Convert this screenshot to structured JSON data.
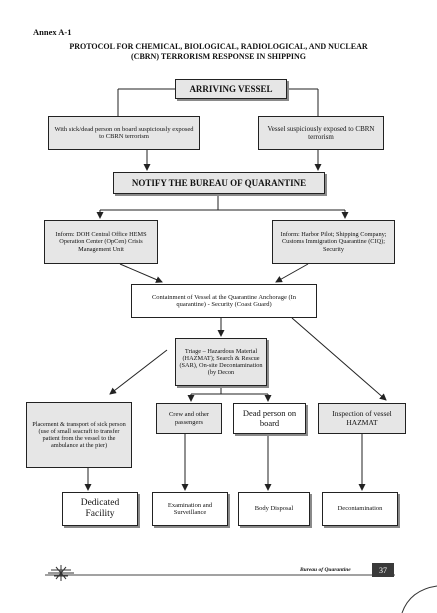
{
  "header": {
    "annex": "Annex A-1",
    "title_line1": "PROTOCOL  FOR CHEMICAL, BIOLOGICAL, RADIOLOGICAL, AND NUCLEAR",
    "title_line2": "(CBRN) TERRORISM RESPONSE IN SHIPPING"
  },
  "nodes": {
    "arriving": "ARRIVING VESSEL",
    "sick_dead": "With sick/dead person on board suspiciously exposed to CBRN terrorism",
    "suspicious": "Vessel suspiciously exposed to CBRN terrorism",
    "notify": "NOTIFY  THE  BUREAU OF QUARANTINE",
    "inform_doh": "Inform: DOH Central Office HEMS Operation Center (OpCen) Crisis Management Unit",
    "inform_harbor": "Inform: Harbor Pilot; Shipping Company; Customs Immigration Quarantine (CIQ); Security",
    "containment": "Containment of Vessel at the Quarantine Anchorage (In quarantine) - Security (Coast Guard)",
    "triage": "Triage – Hazardous Material (HAZMAT); Search & Rescue (SAR), On-site Decontamination (by Decon",
    "placement": "Placement & transport of sick person (use of small seacraft to transfer  patient from the vessel to the ambulance at the pier)",
    "crew": "Crew and other passengers",
    "dead": "Dead person on board",
    "inspection": "Inspection of vessel HAZMAT",
    "dedicated": "Dedicated Facility",
    "examination": "Examination and Surveillance",
    "body_disposal": "Body Disposal",
    "decontamination": "Decontamination"
  },
  "footer": {
    "publisher": "Bureau of Quarantine",
    "page_number": "37"
  }
}
